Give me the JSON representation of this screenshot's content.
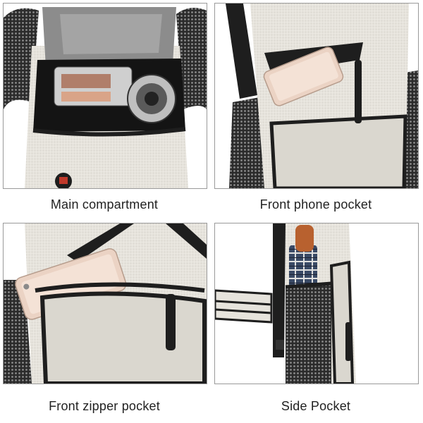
{
  "panels": [
    {
      "caption": "Main compartment"
    },
    {
      "caption": "Front phone pocket"
    },
    {
      "caption": "Front zipper pocket"
    },
    {
      "caption": "Side Pocket"
    }
  ],
  "colors": {
    "canvas": "#e6e3dc",
    "trim": "#1e1e1e",
    "mesh": "#4a4a4a",
    "phone": "#e8cfc0",
    "umbrella_handle": "#b8612f"
  }
}
